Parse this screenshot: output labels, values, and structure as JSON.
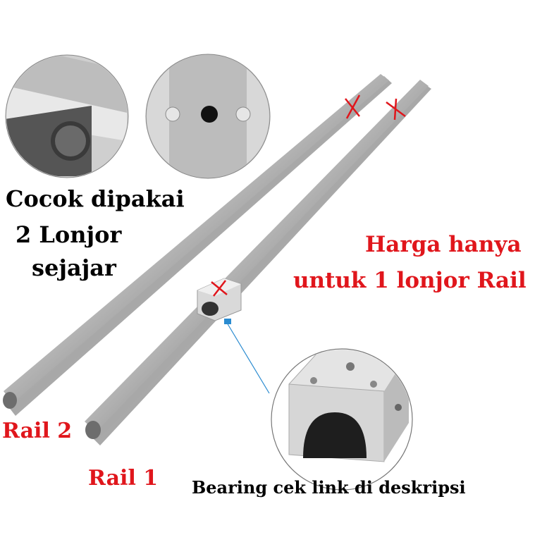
{
  "texts": {
    "suitable_line1": "Cocok dipakai",
    "suitable_line2": "2 Lonjor",
    "suitable_line3": "sejajar",
    "price_line1": "Harga hanya",
    "price_line2": "untuk 1 lonjor Rail",
    "rail2_label": "Rail 2",
    "rail1_label": "Rail 1",
    "bearing_note": "Bearing cek link di deskripsi"
  },
  "colors": {
    "accent_red": "#e0161c",
    "text_black": "#000000",
    "pointer_blue": "#2a8bd0"
  }
}
